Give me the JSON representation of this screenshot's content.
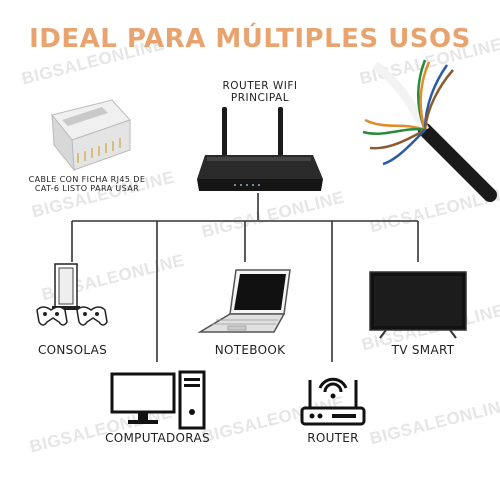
{
  "title": "IDEAL PARA MÚLTIPLES USOS",
  "watermark": "BIGSALEONLINE",
  "router_main": {
    "line1": "ROUTER WIFI",
    "line2": "PRINCIPAL"
  },
  "cable_plug": {
    "line1": "CABLE CON FICHA RJ45 DE",
    "line2": "CAT-6 LISTO PARA USAR"
  },
  "devices": {
    "consolas": "CONSOLAS",
    "notebook": "NOTEBOOK",
    "tv": "TV SMART",
    "computadoras": "COMPUTADORAS",
    "router": "ROUTER"
  },
  "colors": {
    "title": "#e8a36e",
    "lines": "#333333",
    "watermark": "#e6e6e6"
  }
}
